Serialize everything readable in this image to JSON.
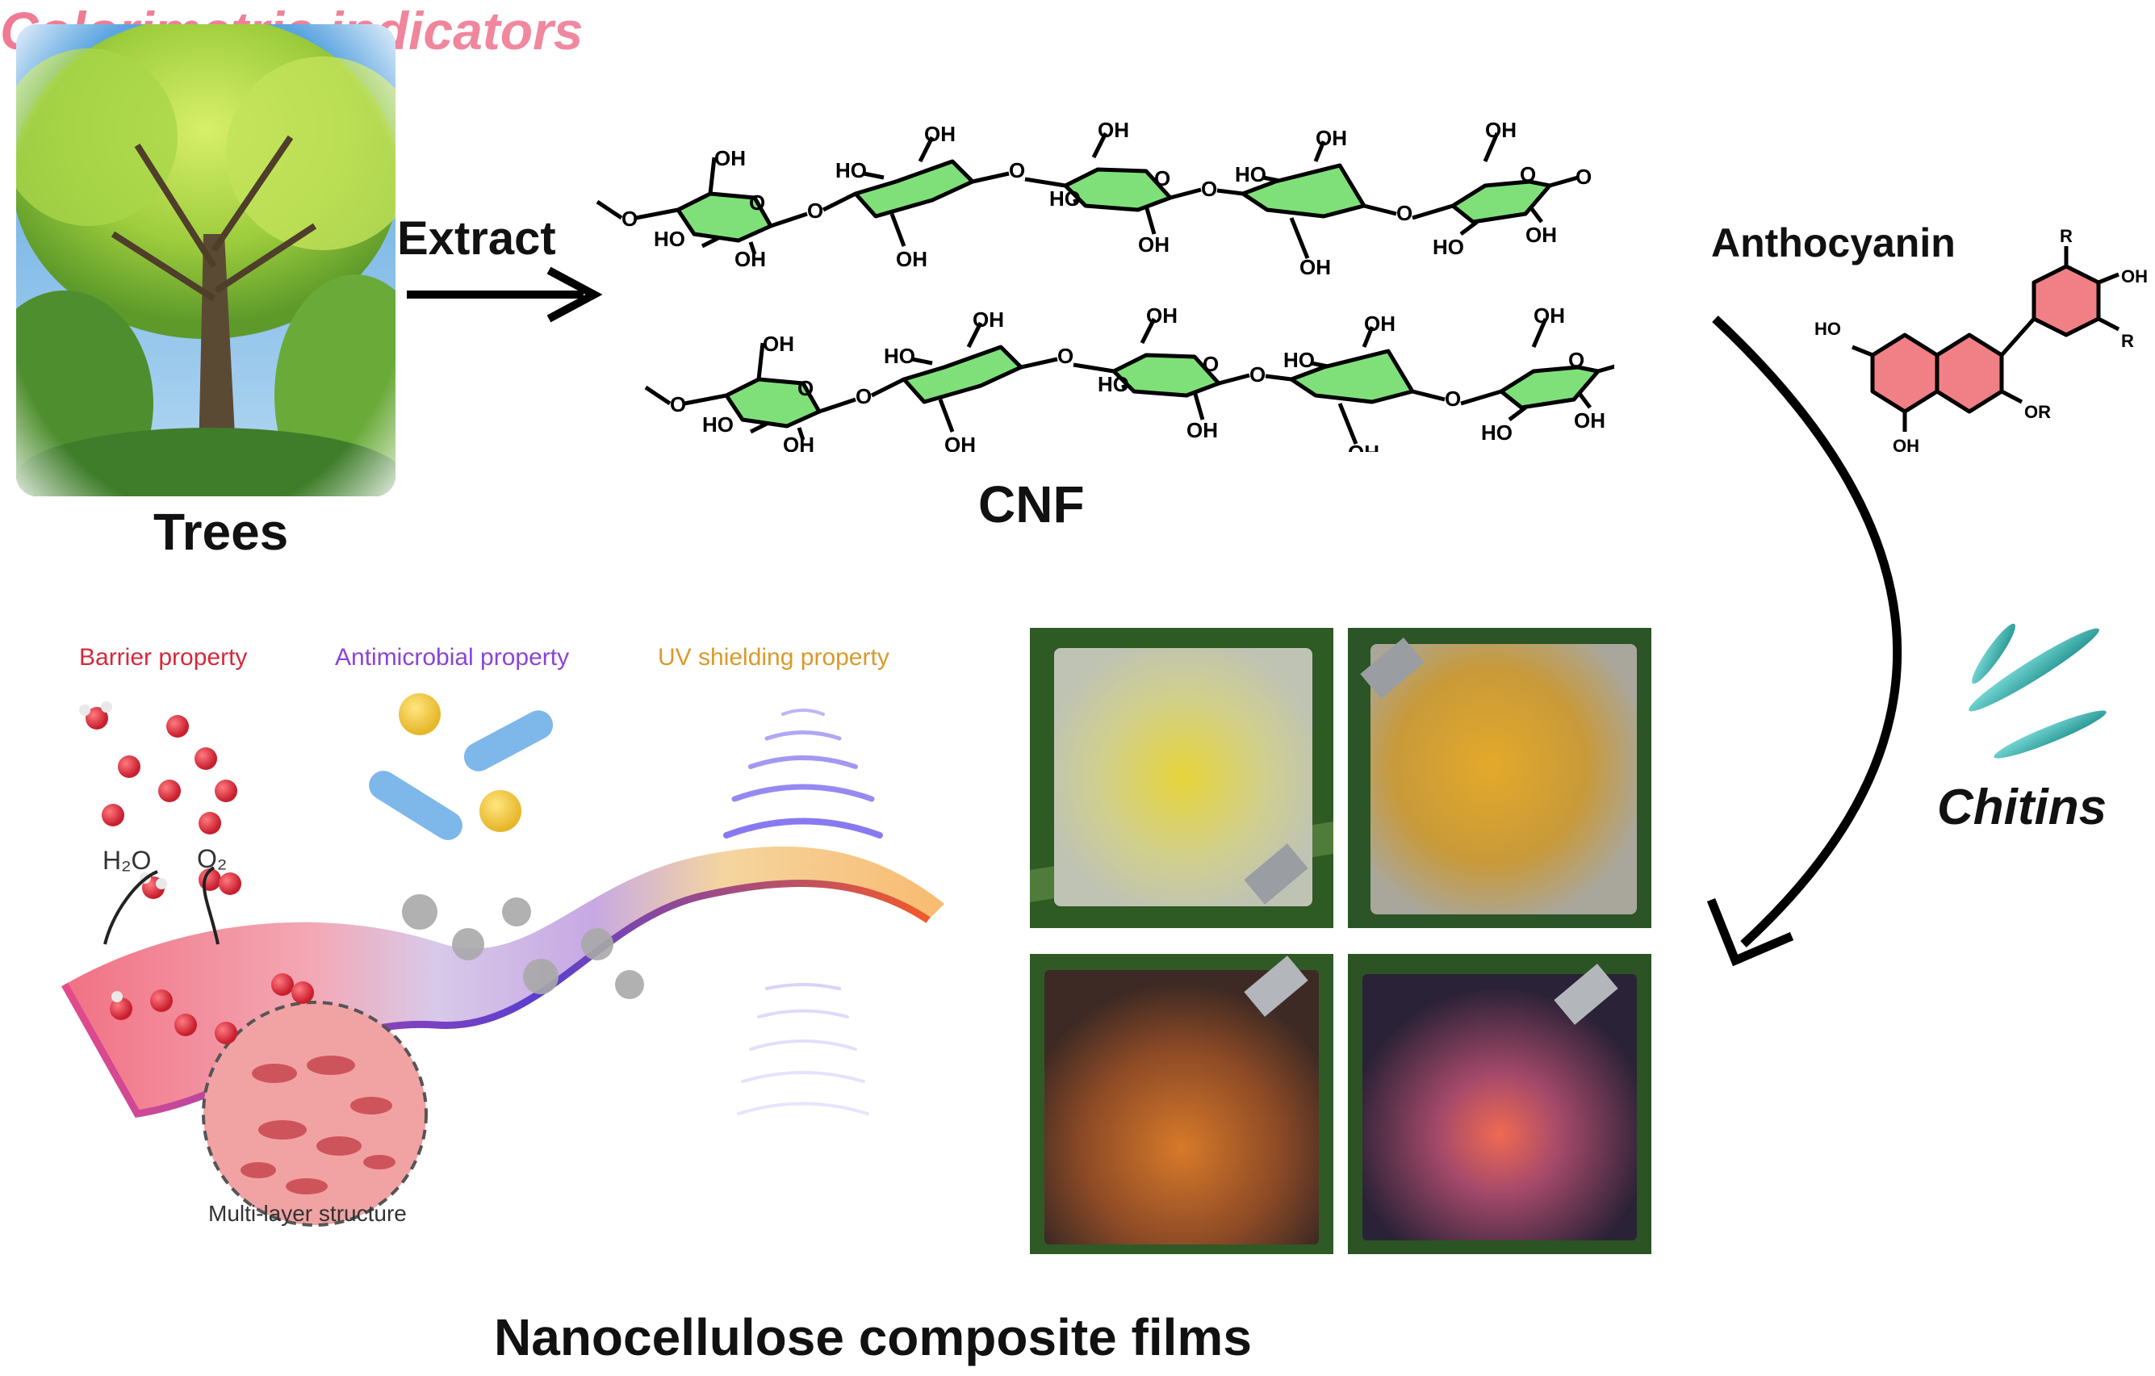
{
  "labels": {
    "trees": "Trees",
    "extract": "Extract",
    "cnf": "CNF",
    "anthocyanin": "Anthocyanin",
    "chitins": "Chitins",
    "title": "Nanocellulose composite films",
    "multilayer": "Multi-layer structure",
    "colorimetric": "Colorimetric indicators",
    "h2o": "H₂O",
    "o2": "O₂"
  },
  "properties": {
    "barrier": "Barrier property",
    "antimicrobial": "Antimicrobial property",
    "uv": "UV shielding property"
  },
  "chem": {
    "oh": "OH",
    "ho": "HO",
    "o": "O",
    "or": "OR",
    "r": "R"
  },
  "colors": {
    "sugar_ring": "#7fe07a",
    "anthocyanin_ring": "#f07f86",
    "chitin": "#2fb3b0",
    "barrier": "#d8283a",
    "antimicrobial": "#8a44d6",
    "uv": "#d99a2b"
  }
}
